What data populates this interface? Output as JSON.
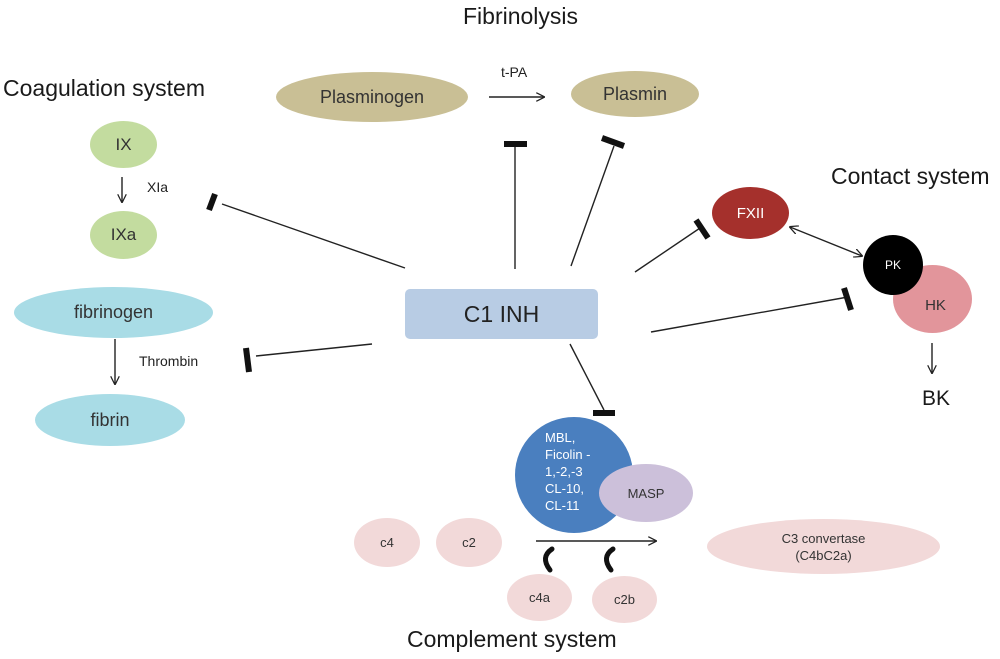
{
  "headings": {
    "fibrinolysis": "Fibrinolysis",
    "coagulation": "Coagulation system",
    "contact": "Contact system",
    "complement": "Complement system"
  },
  "center": {
    "label": "C1 INH",
    "color": "#b8cce4"
  },
  "fibrinolysis": {
    "plasminogen": "Plasminogen",
    "plasmin": "Plasmin",
    "enzyme": "t-PA",
    "color": "#c9bf95"
  },
  "coagulation": {
    "ix": "IX",
    "ixa": "IXa",
    "enzyme1": "XIa",
    "fibrinogen": "fibrinogen",
    "fibrin": "fibrin",
    "enzyme2": "Thrombin",
    "green": "#c3dc9f",
    "blue": "#a9dce6"
  },
  "contact": {
    "fxii": "FXII",
    "pk": "PK",
    "hk": "HK",
    "bk": "BK",
    "fxii_color": "#a5302c",
    "pk_color": "#000000",
    "hk_color": "#e2959b"
  },
  "complement": {
    "mbl_lines": [
      "MBL,",
      "Ficolin -",
      "1,-2,-3",
      "CL-10,",
      "CL-11"
    ],
    "masp": "MASP",
    "c4": "c4",
    "c2": "c2",
    "c4a": "c4a",
    "c2b": "c2b",
    "c3_line1": "C3 convertase",
    "c3_line2": "(C4bC2a)",
    "mbl_color": "#4a7fbf",
    "masp_color": "#ccc0da",
    "pink": "#f2d9d9"
  }
}
